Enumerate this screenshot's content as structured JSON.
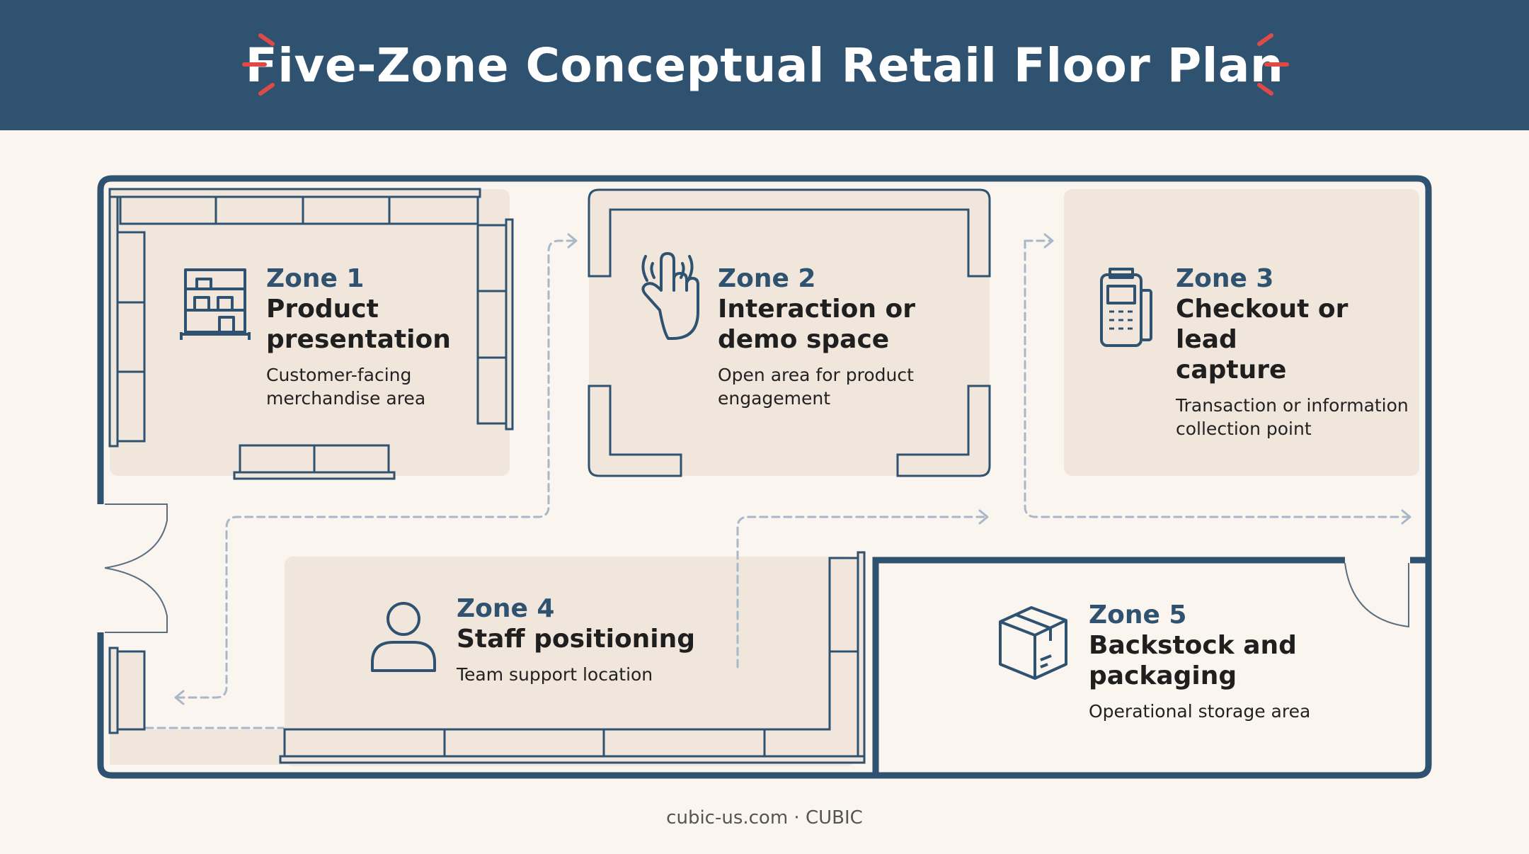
{
  "title": "Five-Zone Conceptual Retail Floor Plan",
  "colors": {
    "banner": "#2f5270",
    "accent": "#e04a46",
    "wall": "#2f5270",
    "zone_fill": "#f0e6db",
    "background": "#faf5ee",
    "path": "#a9b8c8"
  },
  "zones": [
    {
      "number": "Zone 1",
      "name": "Product presentation",
      "description": "Customer-facing merchandise area",
      "icon": "shelving-icon"
    },
    {
      "number": "Zone 2",
      "name": "Interaction or demo space",
      "description": "Open area for product engagement",
      "icon": "touch-hand-icon"
    },
    {
      "number": "Zone 3",
      "name": "Checkout or lead capture",
      "description": "Transaction or information collection point",
      "icon": "payment-terminal-icon"
    },
    {
      "number": "Zone 4",
      "name": "Staff positioning",
      "description": "Team support location",
      "icon": "person-icon"
    },
    {
      "number": "Zone 5",
      "name": "Backstock and packaging",
      "description": "Operational storage area",
      "icon": "box-icon"
    }
  ],
  "footer": "cubic-us.com · CUBIC"
}
